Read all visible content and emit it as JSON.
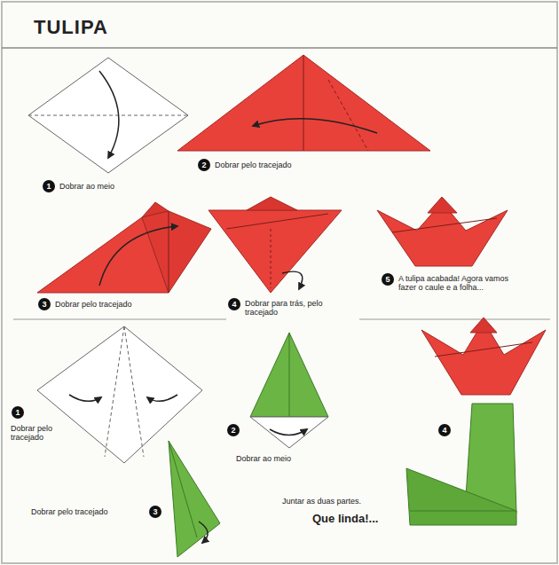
{
  "diagram": {
    "title": "TULIPA",
    "labels": [
      "1",
      "Dobrar ao meio",
      "2",
      "Dobrar pelo tracejado",
      "3",
      "Dobrar pelo tracejado",
      "4",
      "Dobrar para trás, pelo tracejado",
      "5",
      "A tulipa acabada! Agora vamos fazer o caule e a folha...",
      "1",
      "Dobrar pelo tracejado",
      "2",
      "Dobrar ao meio",
      "Dobrar pelo tracejado",
      "3",
      "Juntar as duas partes.",
      "Que linda!...",
      "4"
    ]
  }
}
